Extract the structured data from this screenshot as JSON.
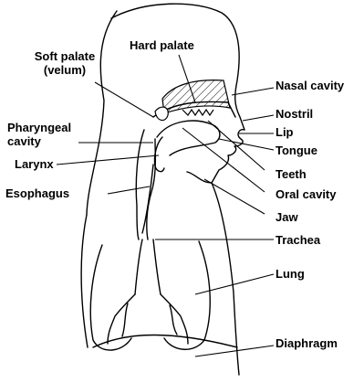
{
  "labels": {
    "soft_palate": "Soft palate",
    "soft_palate_sub": "(velum)",
    "hard_palate": "Hard palate",
    "nasal_cavity": "Nasal cavity",
    "nostril": "Nostril",
    "lip": "Lip",
    "tongue": "Tongue",
    "pharyngeal_cavity": "Pharyngeal",
    "pharyngeal_cavity_sub": "cavity",
    "larynx": "Larynx",
    "esophagus": "Esophagus",
    "teeth": "Teeth",
    "oral_cavity": "Oral cavity",
    "jaw": "Jaw",
    "trachea": "Trachea",
    "lung": "Lung",
    "diaphragm": "Diaphragm"
  },
  "colors": {
    "ink": "#000000",
    "background": "#ffffff"
  }
}
